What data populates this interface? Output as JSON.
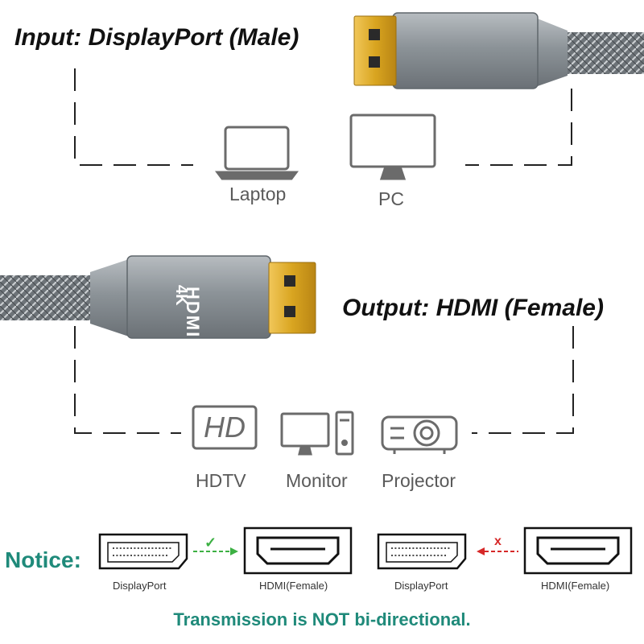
{
  "input": {
    "title": "Input: DisplayPort (Male)"
  },
  "output": {
    "title": "Output: HDMI (Female)",
    "cable_labels": [
      "HDMI",
      "4K"
    ]
  },
  "input_devices": [
    {
      "label": "Laptop",
      "icon": "laptop-icon"
    },
    {
      "label": "PC",
      "icon": "pc-monitor-icon"
    }
  ],
  "output_devices": [
    {
      "label": "HDTV",
      "icon": "hdtv-icon",
      "icon_text": "HD"
    },
    {
      "label": "Monitor",
      "icon": "desktop-computer-icon"
    },
    {
      "label": "Projector",
      "icon": "projector-icon"
    }
  ],
  "notice": {
    "label": "Notice:",
    "left_pair": {
      "source": "DisplayPort",
      "target": "HDMI(Female)",
      "status": "check",
      "mark": "✓"
    },
    "right_pair": {
      "source": "DisplayPort",
      "target": "HDMI(Female)",
      "status": "cross",
      "mark": "x"
    },
    "message": "Transmission is NOT bi-directional."
  },
  "colors": {
    "teal": "#1f8a7a",
    "check_green": "#3cb043",
    "cross_red": "#d62828",
    "gold": "#d9a520",
    "connector_gray": "#8e959b",
    "icon_gray": "#6b6b6b"
  }
}
